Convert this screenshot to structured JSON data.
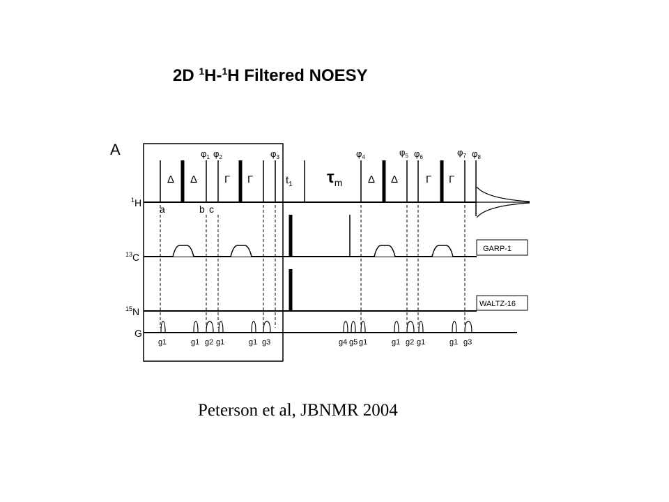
{
  "title": {
    "prefix": "2D ",
    "sup1": "1",
    "mid": "H-",
    "sup2": "1",
    "suffix": "H Filtered NOESY"
  },
  "panel_label": "A",
  "channels": [
    {
      "sup": "1",
      "name": "H"
    },
    {
      "sup": "13",
      "name": "C"
    },
    {
      "sup": "15",
      "name": "N"
    },
    {
      "sup": "",
      "name": "G"
    }
  ],
  "delays": [
    "Δ",
    "Δ",
    "Γ",
    "Γ",
    "Δ",
    "Δ",
    "Γ",
    "Γ"
  ],
  "t1": {
    "name": "t",
    "sub": "1"
  },
  "mixing": {
    "name": "τ",
    "sub": "m"
  },
  "phases": [
    {
      "sym": "φ",
      "sub": "1"
    },
    {
      "sym": "φ",
      "sub": "2"
    },
    {
      "sym": "φ",
      "sub": "3"
    },
    {
      "sym": "φ",
      "sub": "4"
    },
    {
      "sym": "φ",
      "sub": "5"
    },
    {
      "sym": "φ",
      "sub": "6"
    },
    {
      "sym": "φ",
      "sub": "7"
    },
    {
      "sym": "φ",
      "sub": "8"
    }
  ],
  "points": [
    "a",
    "b",
    "c"
  ],
  "decoupling": [
    "GARP-1",
    "WALTZ-16"
  ],
  "gradients": [
    "g1",
    "g1",
    "g2",
    "g1",
    "g1",
    "g3",
    "g4",
    "g5",
    "g1",
    "g1",
    "g2",
    "g1",
    "g1",
    "g3"
  ],
  "caption": "Peterson et al, JBNMR 2004"
}
